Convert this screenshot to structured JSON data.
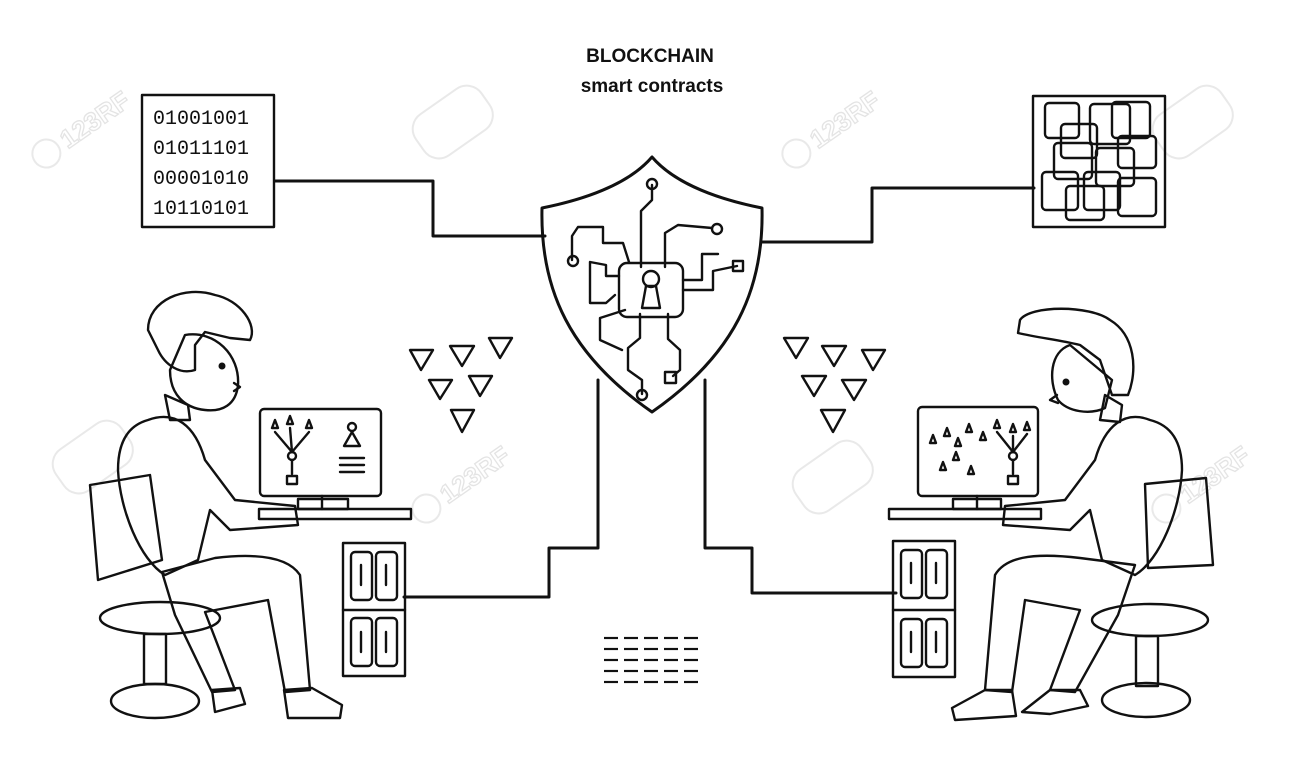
{
  "title": {
    "line1": "BLOCKCHAIN",
    "line2": "smart contracts"
  },
  "binary": {
    "lines": [
      "01001001",
      "01011101",
      "00001010",
      "10110101"
    ]
  },
  "watermark": {
    "text": "123RF"
  },
  "colors": {
    "shield": "#fcca6e",
    "screen": "#5bafca",
    "left_shirt": "#1aa584",
    "right_shirt": "#f27c69",
    "pants": "#12495f",
    "outline": "#111111"
  },
  "icons": [
    "shield-lock-icon",
    "keyhole-icon",
    "binary-data-icon",
    "chain-blocks-icon",
    "triangle-cluster-icon",
    "server-icon",
    "hierarchy-icon",
    "user-icon"
  ]
}
